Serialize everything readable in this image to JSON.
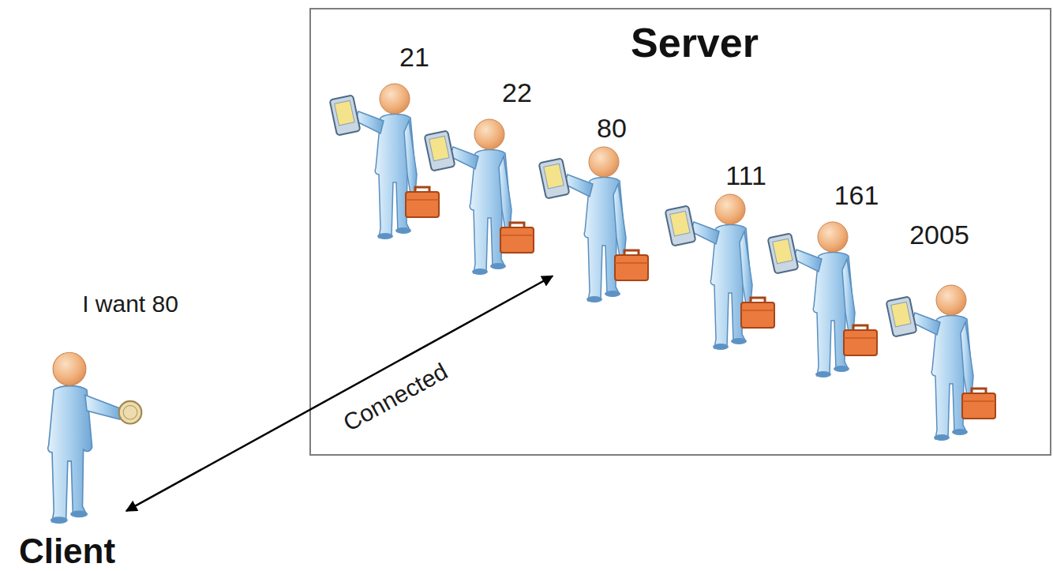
{
  "diagram": {
    "nodes": [
      {
        "text": [
          "Server"
        ]
      },
      {
        "text": [
          "21"
        ],
        "in": 0
      },
      {
        "text": [
          "22"
        ],
        "in": 0
      },
      {
        "text": [
          "80"
        ],
        "in": 0
      },
      {
        "text": [
          "111"
        ],
        "in": 0
      },
      {
        "text": [
          "161"
        ],
        "in": 0
      },
      {
        "text": [
          "2005"
        ],
        "in": 0
      },
      {
        "text": [
          "Client"
        ]
      }
    ],
    "edges": [
      {
        "from": 7,
        "to": 3,
        "label": "Connected",
        "arrow": "both"
      }
    ],
    "labels": [
      "I want 80"
    ]
  }
}
